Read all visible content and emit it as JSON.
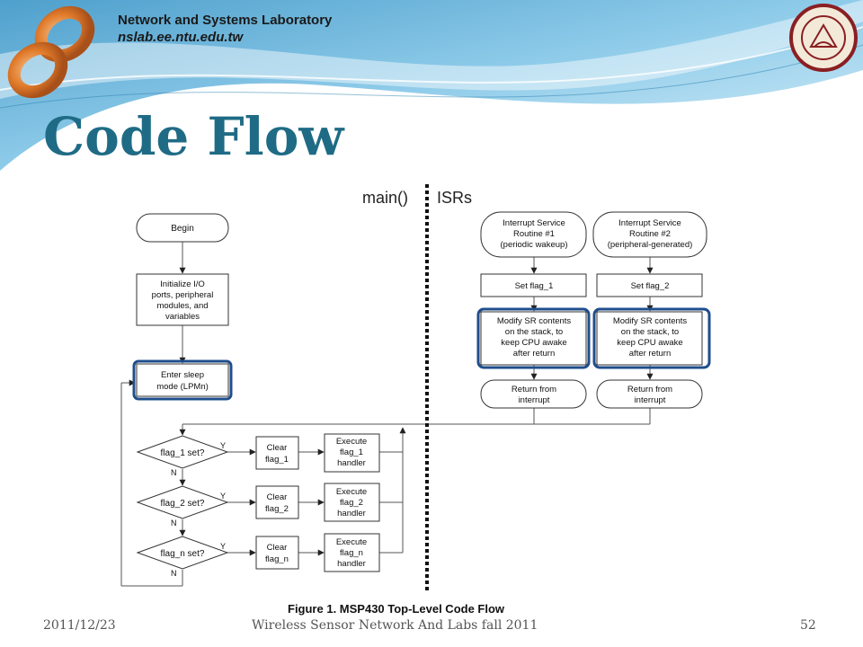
{
  "header": {
    "lab_name": "Network and Systems Laboratory",
    "lab_url": "nslab.ee.ntu.edu.tw",
    "logo_icon": "nslab-infinity-logo-icon",
    "seal_icon": "ntu-seal-icon"
  },
  "title": "Code Flow",
  "diagram": {
    "main_label": "main()",
    "isr_label": "ISRs",
    "begin": "Begin",
    "init": [
      "Initialize I/O",
      "ports, peripheral",
      "modules, and",
      "variables"
    ],
    "sleep": [
      "Enter sleep",
      "mode (LPMn)"
    ],
    "decisions": [
      "flag_1 set?",
      "flag_2 set?",
      "flag_n set?"
    ],
    "clears": [
      [
        "Clear",
        "flag_1"
      ],
      [
        "Clear",
        "flag_2"
      ],
      [
        "Clear",
        "flag_n"
      ]
    ],
    "handlers": [
      [
        "Execute",
        "flag_1",
        "handler"
      ],
      [
        "Execute",
        "flag_2",
        "handler"
      ],
      [
        "Execute",
        "flag_n",
        "handler"
      ]
    ],
    "yes": "Y",
    "no": "N",
    "isrs": [
      {
        "name": [
          "Interrupt Service",
          "Routine #1",
          "(periodic wakeup)"
        ],
        "set": "Set flag_1",
        "modify": [
          "Modify SR contents",
          "on the stack, to",
          "keep CPU awake",
          "after return"
        ],
        "ret": [
          "Return from",
          "interrupt"
        ]
      },
      {
        "name": [
          "Interrupt Service",
          "Routine #2",
          "(peripheral-generated)"
        ],
        "set": "Set flag_2",
        "modify": [
          "Modify SR contents",
          "on the stack, to",
          "keep CPU awake",
          "after return"
        ],
        "ret": [
          "Return from",
          "interrupt"
        ]
      }
    ],
    "highlight_color": "#1f4e8c"
  },
  "caption": "Figure 1. MSP430 Top-Level Code Flow",
  "footer": {
    "date": "2011/12/23",
    "course": "Wireless Sensor Network And Labs fall 2011",
    "page": "52"
  },
  "colors": {
    "title": "#1f6b85",
    "header_blue": "#5aaed6",
    "logo_orange": "#e07a2a"
  }
}
